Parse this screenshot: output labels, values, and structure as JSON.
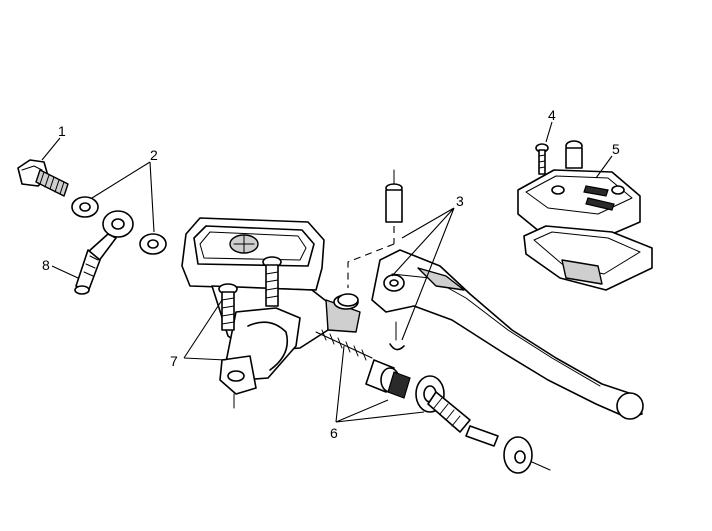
{
  "callouts": [
    {
      "id": "1",
      "text": "1"
    },
    {
      "id": "2",
      "text": "2"
    },
    {
      "id": "3",
      "text": "3"
    },
    {
      "id": "4",
      "text": "4"
    },
    {
      "id": "5",
      "text": "5"
    },
    {
      "id": "6",
      "text": "6"
    },
    {
      "id": "7",
      "text": "7"
    },
    {
      "id": "8",
      "text": "8"
    }
  ],
  "colors": {
    "ink": "#000000",
    "background": "#ffffff",
    "shade": "#cfcfcf"
  }
}
